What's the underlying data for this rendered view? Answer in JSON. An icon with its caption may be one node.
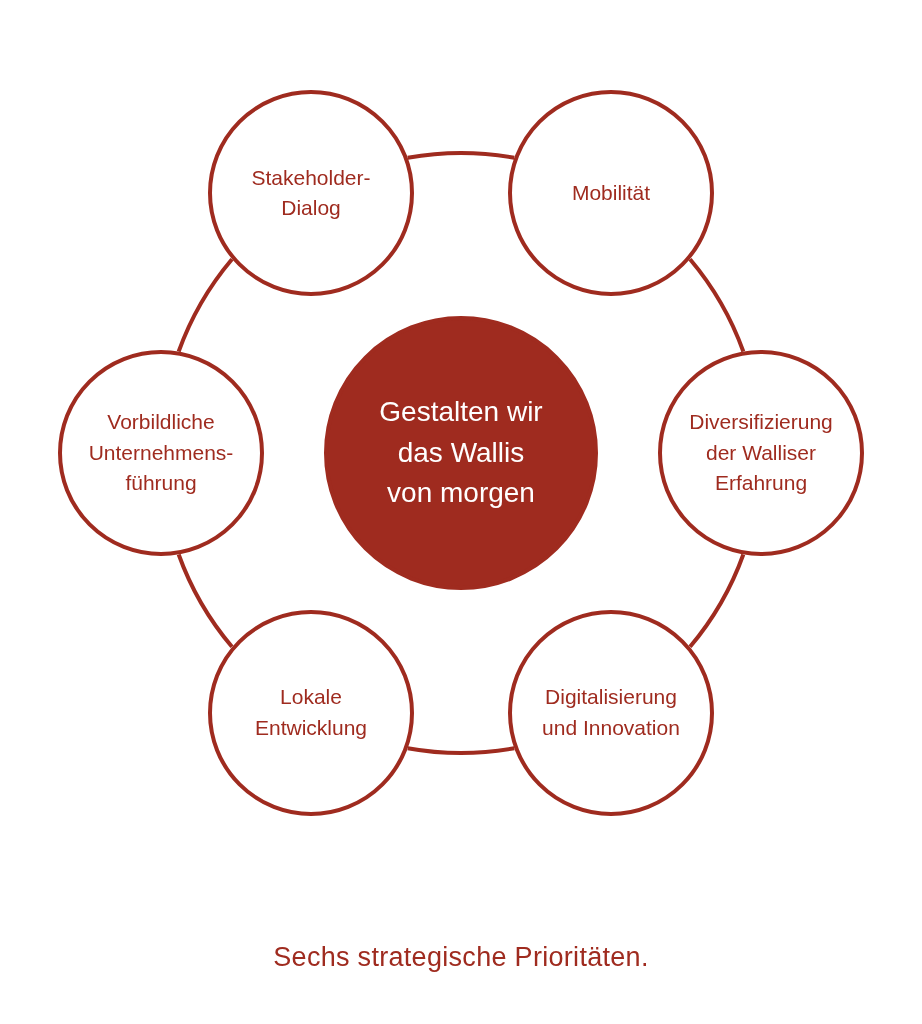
{
  "diagram": {
    "caption": "Sechs strategische Prioritäten.",
    "nodes": [
      {
        "text": [
          "Stakeholder-Dialog"
        ]
      },
      {
        "text": [
          "Mobilität"
        ]
      },
      {
        "text": [
          "Vorbildliche Unternehmens-führung"
        ]
      },
      {
        "text": [
          "Gestalten wir das Wallis von morgen"
        ]
      },
      {
        "text": [
          "Diversifizierung der Walliser Erfahrung"
        ]
      },
      {
        "text": [
          "Lokale Entwicklung"
        ]
      },
      {
        "text": [
          "Digitalisierung und Innovation"
        ]
      }
    ],
    "edges": [
      {
        "from": 0,
        "to": 1,
        "arrow": "none"
      },
      {
        "from": 1,
        "to": 4,
        "arrow": "none"
      },
      {
        "from": 4,
        "to": 6,
        "arrow": "none"
      },
      {
        "from": 6,
        "to": 5,
        "arrow": "none"
      },
      {
        "from": 5,
        "to": 2,
        "arrow": "none"
      },
      {
        "from": 2,
        "to": 0,
        "arrow": "none"
      }
    ]
  }
}
